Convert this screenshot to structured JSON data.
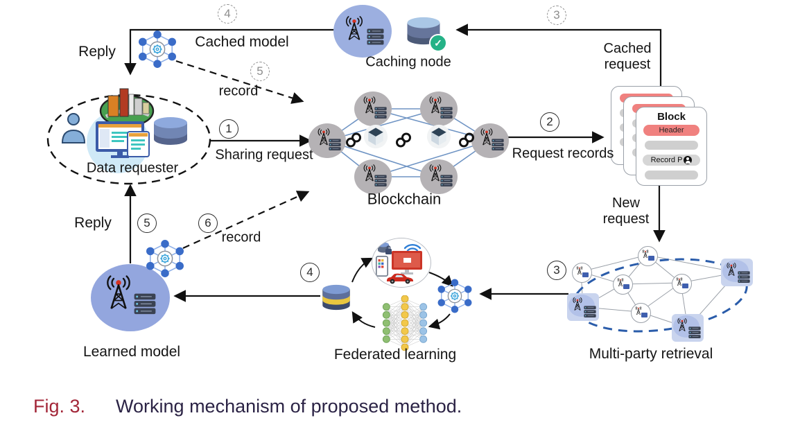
{
  "figure": {
    "caption_label": "Fig. 3.",
    "caption_text": "Working mechanism of proposed method."
  },
  "labels": {
    "reply_top": "Reply",
    "cached_model": "Cached model",
    "record_top": "record",
    "caching_node": "Caching node",
    "cached_request_line1": "Cached",
    "cached_request_line2": "request",
    "sharing_request": "Sharing request",
    "request_records": "Request records",
    "blockchain": "Blockchain",
    "new_request_line1": "New",
    "new_request_line2": "request",
    "block_title": "Block",
    "block_header": "Header",
    "block_record": "Record P",
    "data_requester": "Data requester",
    "reply_bottom": "Reply",
    "record_bottom": "record",
    "learned_model": "Learned model",
    "federated_learning": "Federated learning",
    "multi_party": "Multi-party retrieval"
  },
  "steps": {
    "s1": "1",
    "s2": "2",
    "s3": "3",
    "s4": "4",
    "s5": "5",
    "s6": "6",
    "d3": "3",
    "d4": "4",
    "d5": "5"
  },
  "colors": {
    "node_circle_blue": "#9cafe0",
    "node_gray": "#b5b2b5",
    "mesh_line_blue": "#6f94c4",
    "block_header_red": "#f0817f",
    "check_green": "#25b287",
    "retrieval_dash_blue": "#2a5caa",
    "hexagon_blue": "#3a6cc8",
    "caption_red": "#a32638",
    "caption_dark": "#2b2345"
  }
}
